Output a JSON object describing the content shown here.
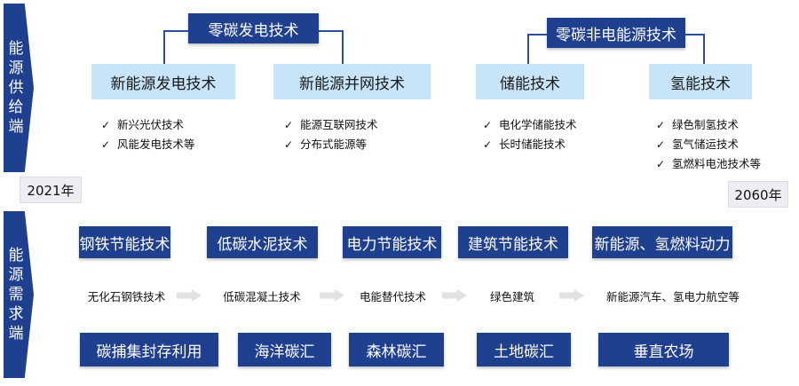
{
  "supply": {
    "side_label": "能源供给端",
    "zero_carbon_power": "零碳发电技术",
    "zero_carbon_nonpower": "零碳非电能源技术",
    "categories": [
      {
        "label": "新能源发电技术",
        "items": [
          "新兴光伏技术",
          "风能发电技术等"
        ]
      },
      {
        "label": "新能源并网技术",
        "items": [
          "能源互联网技术",
          "分布式能源等"
        ]
      },
      {
        "label": "储能技术",
        "items": [
          "电化学储能技术",
          "长时储能技术"
        ]
      },
      {
        "label": "氢能技术",
        "items": [
          "绿色制氢技术",
          "氢气储运技术",
          "氢燃料电池技术等"
        ]
      }
    ],
    "check_icon": "✓"
  },
  "years": {
    "start": "2021年",
    "end": "2060年"
  },
  "demand": {
    "side_label": "能源需求端",
    "tech_boxes": [
      "钢铁节能技术",
      "低碳水泥技术",
      "电力节能技术",
      "建筑节能技术",
      "新能源、氢燃料动力"
    ],
    "applications": [
      "无化石钢铁技术",
      "低碳混凝土技术",
      "电能替代技术",
      "绿色建筑",
      "新能源汽车、氢电力航空等"
    ],
    "sink_boxes": [
      "碳捕集封存利用",
      "海洋碳汇",
      "森林碳汇",
      "土地碳汇",
      "垂直农场"
    ]
  },
  "colors": {
    "dark": "#1f3f8f",
    "light": "#c8e4f8",
    "arrow_gray": "#e2e2e2"
  }
}
